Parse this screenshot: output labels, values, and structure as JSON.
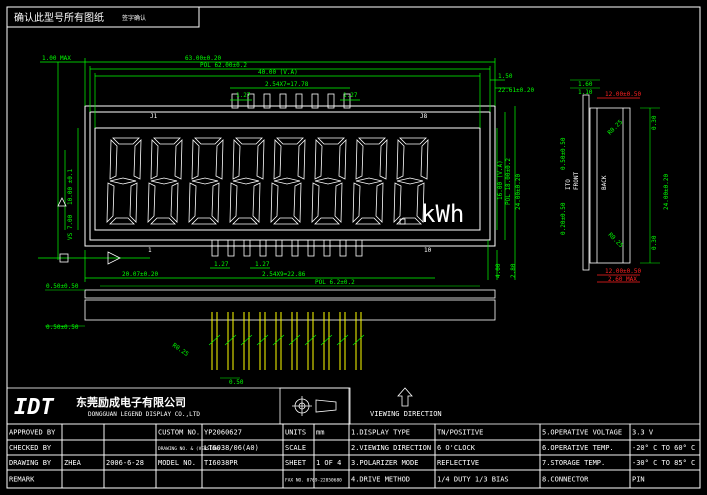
{
  "header": {
    "title": "确认此型号所有图纸",
    "note": "签字确认"
  },
  "front_view": {
    "pin_label_j1": "J1",
    "pin_label_j8": "J8",
    "pin_1": "1",
    "pin_10": "10",
    "digits": "88888888",
    "unit": "kWh",
    "dim_overall": "63.00±0.20",
    "dim_pol": "POL 62.00±0.2",
    "dim_va": "40.00 (V.A)",
    "dim_pin_top": "2.54X7=17.78",
    "dim_pin_pitch_top": "1.27",
    "dim_pin_pitch_top2": "1.27",
    "dim_1_50": "1.50",
    "dim_22_61": "22.61±0.20",
    "dim_1_00max": "1.00 MAX",
    "dim_va_h": "16.00 (V.A)",
    "dim_pol_h": "POL 18.00±0.2",
    "dim_total_h": "24.00±0.20",
    "dim_left_h": "10.00 ±0.1",
    "dim_vs": "VS 7.00",
    "dim_bot_pitch": "1.27",
    "dim_bot_pitch2": "1.27",
    "dim_bot_left": "20.07±0.20",
    "dim_bot_pins": "2.54X9=22.86",
    "dim_4_00": "4.00",
    "dim_2_80": "2.80"
  },
  "side_view": {
    "dim_1_60": "1.60",
    "dim_1_10": "1.10",
    "dim_top_w": "12.00±0.50",
    "dim_bot_w": "12.00±0.50",
    "dim_2_60": "2.60 MAX",
    "dim_0_30a": "0.30",
    "dim_0_30b": "0.30",
    "dim_24_00": "24.00±0.20",
    "dim_upper": "0.50±0.50",
    "dim_lower": "0.20±0.50",
    "r1": "R0.25",
    "r2": "R0.25",
    "label_front": "FRONT",
    "label_back": "BACK",
    "label_glass": "ITO"
  },
  "pin_view": {
    "dim_top": "0.50±0.50",
    "dim_pol": "POL 6.2±0.2",
    "dim_bot": "0.50±0.50",
    "dim_pin_w": "0.50",
    "dim_angle": "R0.25"
  },
  "title_block": {
    "logo": "IDT",
    "company_cn": "东莞励成电子有限公司",
    "company_en": "DONGGUAN LEGEND DISPLAY CO.,LTD",
    "viewing_direction": "VIEWING DIRECTION",
    "rows": [
      [
        "APPROVED BY",
        "",
        "",
        "CUSTOM NO.",
        "YP2060627",
        "UNITS",
        "mm",
        "1.DISPLAY TYPE",
        "TN/POSITIVE",
        "5.OPERATIVE VOLTAGE",
        "3.3 V"
      ],
      [
        "CHECKED BY",
        "",
        "",
        "DRAWING NO. & (VERSION)",
        "LT6038/06(A0)",
        "SCALE",
        "",
        "2.VIEWING DIRECTION",
        "6 O'CLOCK",
        "6.OPERATIVE TEMP.",
        "-20° C TO 60° C"
      ],
      [
        "DRAWING BY",
        "ZHEA",
        "2006-6-28",
        "MODEL NO.",
        "TI6038PR",
        "SHEET",
        "1 OF 4",
        "3.POLARIZER MODE",
        "REFLECTIVE",
        "7.STORAGE TEMP.",
        "-30° C TO 85° C"
      ],
      [
        "REMARK",
        "",
        "",
        "",
        "",
        "FAX NO. 0769-22850680",
        "",
        "4.DRIVE METHOD",
        "1/4 DUTY  1/3 BIAS",
        "8.CONNECTOR",
        "PIN"
      ]
    ]
  },
  "colors": {
    "outline": "#ffffff",
    "dim": "#00ff00",
    "pin_yellow": "#ffff00",
    "red_dim": "#ff2020",
    "cyan": "#00ffff"
  }
}
